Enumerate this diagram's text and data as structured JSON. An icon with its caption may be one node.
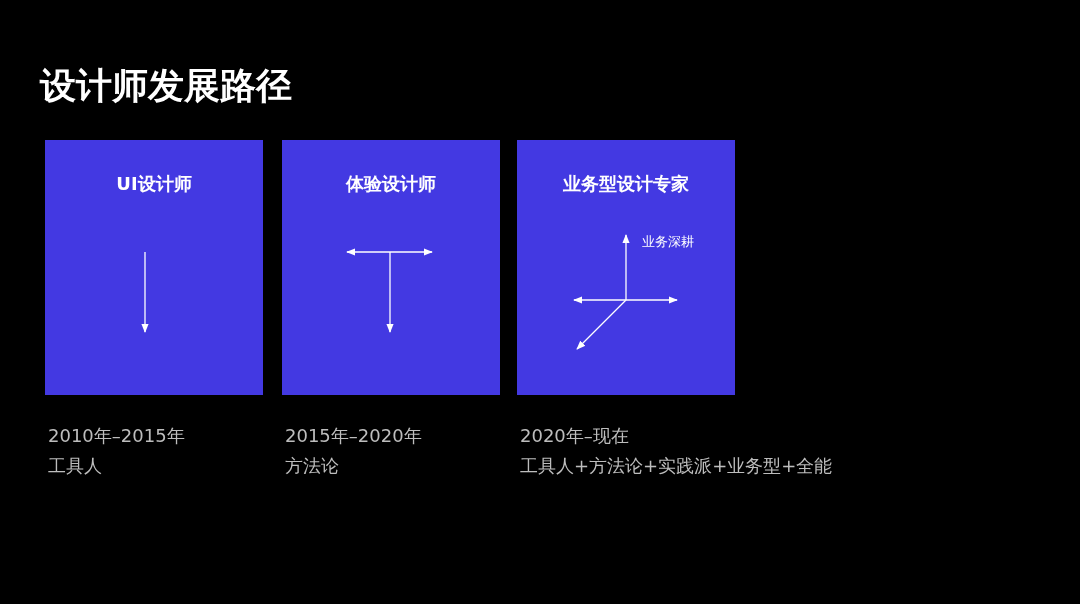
{
  "diagram": {
    "title": "设计师发展路径",
    "nodes": [
      {
        "text": [
          "UI设计师"
        ],
        "beside": [
          "2010年–2015年",
          "工具人"
        ]
      },
      {
        "text": [
          "体验设计师"
        ],
        "beside": [
          "2015年–2020年",
          "方法论"
        ]
      },
      {
        "text": [
          "业务型设计专家"
        ],
        "beside": [
          "2020年–现在",
          "工具人+方法论+实践派+业务型+全能"
        ]
      }
    ],
    "edges": [],
    "labels": [
      "业务深耕"
    ]
  }
}
